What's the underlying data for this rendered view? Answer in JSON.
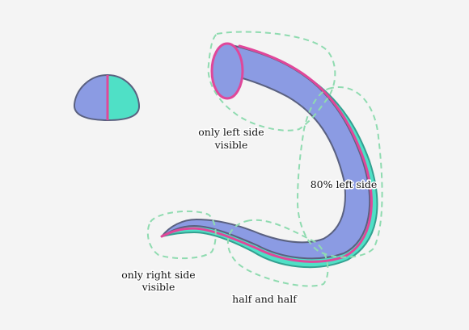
{
  "colors": {
    "background": "#f4f4f4",
    "left_side_fill": "#8b9be3",
    "right_side_fill": "#4fe0c6",
    "outline": "#5a6180",
    "teal_outline": "#33a090",
    "divider": "#e0479a",
    "region_outline": "#8fdbb0"
  },
  "labels": {
    "only_left_line1": "only left side",
    "only_left_line2": "visible",
    "eighty_left": "80% left side",
    "only_right_line1": "only right side",
    "only_right_line2": "visible",
    "half_and_half": "half and half"
  },
  "cross_section": {
    "left_share": 0.5,
    "right_share": 0.5
  },
  "visibility_regions": [
    {
      "label_key": "only_left",
      "left_visible_share": 1.0
    },
    {
      "label_key": "eighty_left",
      "left_visible_share": 0.8
    },
    {
      "label_key": "half_and_half",
      "left_visible_share": 0.5
    },
    {
      "label_key": "only_right",
      "left_visible_share": 0.0
    }
  ]
}
